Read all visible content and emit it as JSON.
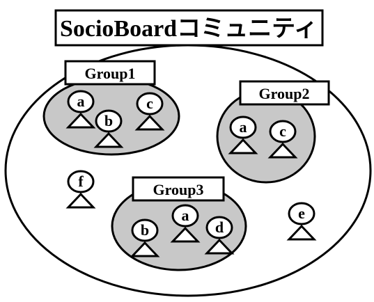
{
  "title": "SocioBoardコミュニティ",
  "groups": {
    "g1": {
      "label": "Group1",
      "members": [
        "a",
        "b",
        "c"
      ]
    },
    "g2": {
      "label": "Group2",
      "members": [
        "a",
        "c"
      ]
    },
    "g3": {
      "label": "Group3",
      "members": [
        "b",
        "a",
        "d"
      ]
    }
  },
  "loose_members": [
    "f",
    "e"
  ],
  "colors": {
    "group_fill": "#c8c8c8",
    "outline": "#000000",
    "background": "#ffffff"
  }
}
